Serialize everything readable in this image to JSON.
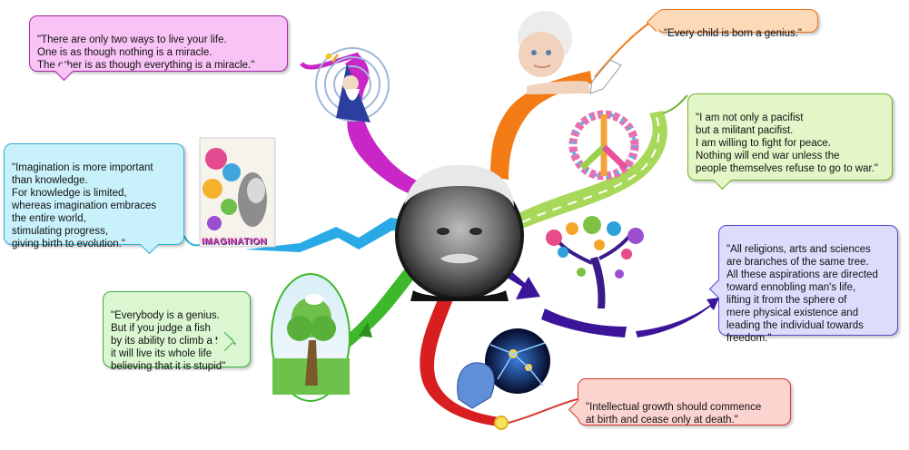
{
  "mindmap": {
    "center": {
      "image": "einstein-portrait"
    },
    "branches": [
      {
        "id": "miracle",
        "color": "#c826c6",
        "quote": "\"There are only two ways to live your life.\nOne is as though nothing is a miracle.\nThe other is as though everything is a miracle.\"",
        "image": "wizard-illustration"
      },
      {
        "id": "genius-child",
        "color": "#f47c17",
        "quote": "\"Every child is born a genius.\"",
        "image": "baby-pointing-photo"
      },
      {
        "id": "pacifist",
        "color": "#a8d85a",
        "quote": "\"I am not only a pacifist\nbut a militant pacifist.\nI am willing to fight for peace.\nNothing will end war unless the\npeople themselves refuse to go to war.\"",
        "image": "flower-peace-sign"
      },
      {
        "id": "imagination",
        "color": "#29a9e6",
        "quote": "\"Imagination is more important\nthan knowledge.\nFor knowledge is limited,\nwhereas imagination embraces\nthe entire world,\nstimulating progress,\ngiving birth to evolution.\"",
        "image": "imagination-artwork",
        "image_caption": "IMAGINATION"
      },
      {
        "id": "religions",
        "color": "#3b1499",
        "quote": "\"All religions, arts and sciences\nare branches of the same tree.\nAll these aspirations are directed\ntoward ennobling man's life,\nlifting it from the sphere of\nmere physical existence and\nleading the individual towards\nfreedom.\"",
        "image": "decorative-tree"
      },
      {
        "id": "fish",
        "color": "#3db82a",
        "quote": "\"Everybody is a genius.\nBut if you judge a fish\nby its ability to climb a tree,\nit will live its whole life\nbelieving that it is stupid\"",
        "image": "tree-bird-illustration"
      },
      {
        "id": "growth",
        "color": "#d81e1e",
        "quote": "\"Intellectual growth should commence\nat birth and cease only at death.\"",
        "image": "brain-neurons-image"
      }
    ]
  }
}
